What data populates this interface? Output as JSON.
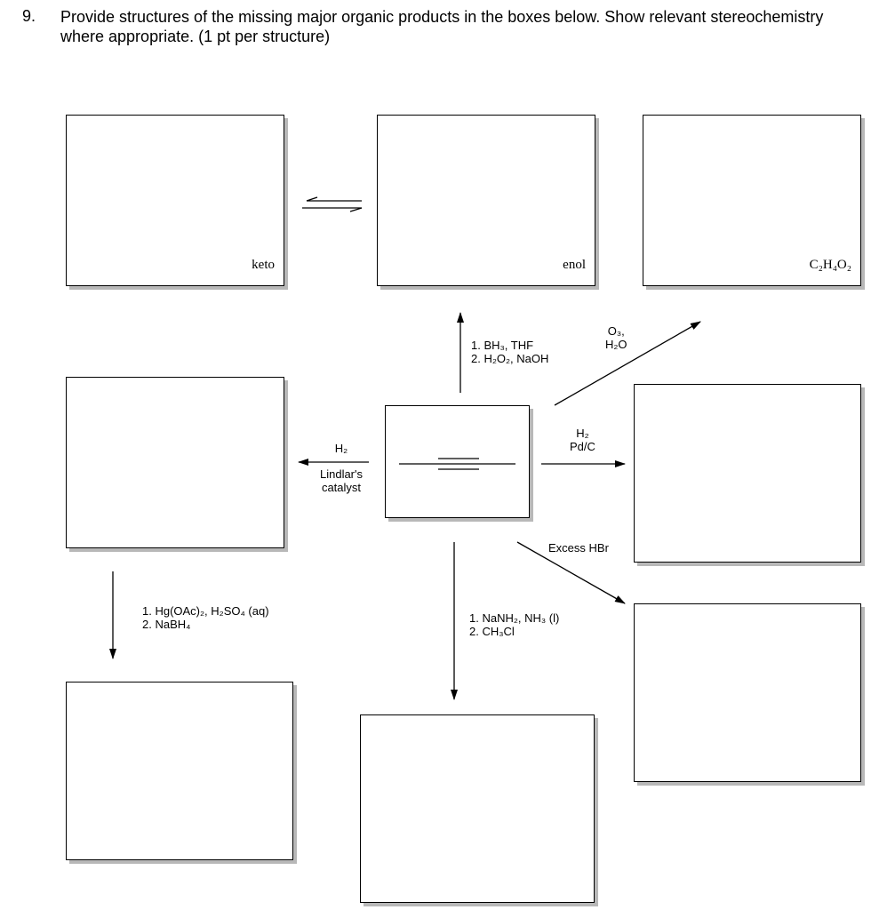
{
  "question": {
    "number": "9.",
    "text": "Provide structures of the missing major organic products in the boxes below. Show relevant stereochemistry where appropriate. (1 pt per structure)"
  },
  "labels": {
    "keto": "keto",
    "enol": "enol",
    "formula": "C₂H₄O₂"
  },
  "conditions": {
    "hydroboration": [
      "1. BH₃, THF",
      "2. H₂O₂, NaOH"
    ],
    "ozonolysis": [
      "O₃,",
      "H₂O"
    ],
    "hydrogenation": [
      "H₂",
      "Pd/C"
    ],
    "lindlar": [
      "H₂",
      "Lindlar's",
      "catalyst"
    ],
    "hbr": "Excess HBr",
    "oxymercuration": [
      "1. Hg(OAc)₂, H₂SO₄ (aq)",
      "2. NaBH₄"
    ],
    "alkylation": [
      "1. NaNH₂, NH₃ (l)",
      "2. CH₃Cl"
    ]
  }
}
